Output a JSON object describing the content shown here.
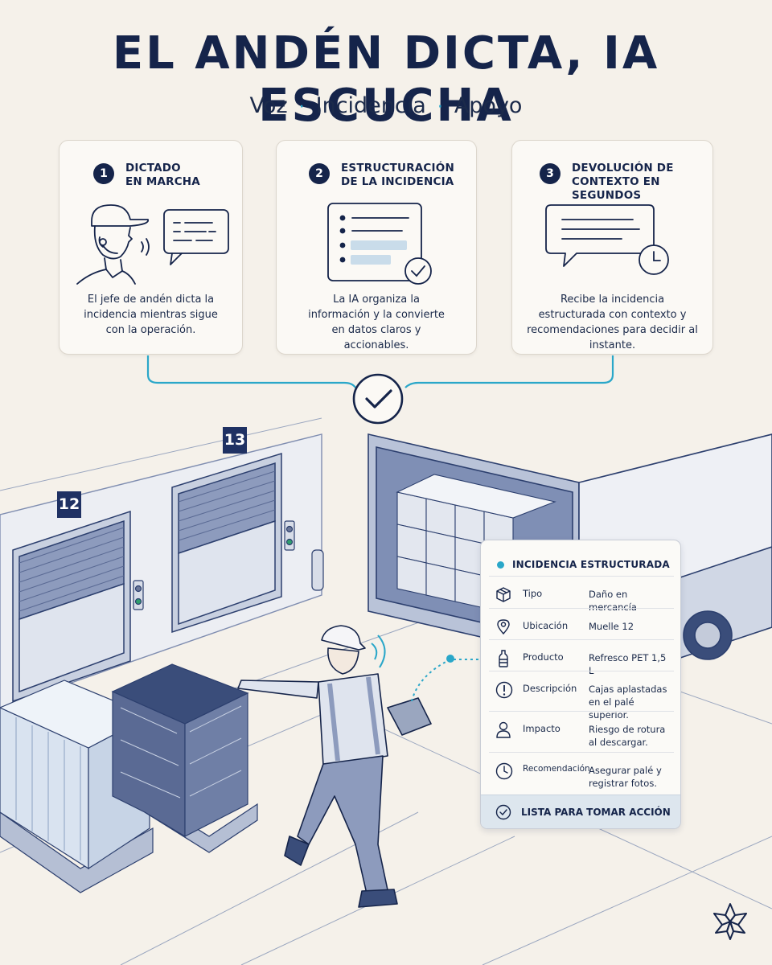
{
  "header": {
    "title": "EL ANDÉN DICTA, IA ESCUCHA",
    "subtitle": [
      "Voz",
      "Incidencia",
      "Apoyo"
    ],
    "separator": "·"
  },
  "colors": {
    "navy": "#15244a",
    "accent": "#2aa7c9",
    "background": "#f5f1ea"
  },
  "steps": [
    {
      "number": "1",
      "title": "DICTADO EN MARCHA",
      "title_lines": [
        "DICTADO",
        "EN MARCHA"
      ],
      "description": "El jefe de andén dicta la incidencia mientras sigue con la operación.",
      "icon": "worker-headset-speech-icon"
    },
    {
      "number": "2",
      "title": "ESTRUCTURACIÓN DE LA INCIDENCIA",
      "title_lines": [
        "ESTRUCTURACIÓN",
        "DE LA INCIDENCIA"
      ],
      "description": "La IA organiza la información y la convierte en datos claros y accionables.",
      "icon": "structured-list-check-icon"
    },
    {
      "number": "3",
      "title": "DEVOLUCIÓN DE CONTEXTO EN SEGUNDOS",
      "title_lines": [
        "DEVOLUCIÓN DE",
        "CONTEXTO EN SEGUNDOS"
      ],
      "description": "Recibe la incidencia estructurada con contexto y recomendaciones para decidir al instante.",
      "icon": "message-clock-icon"
    }
  ],
  "scene": {
    "dock_numbers": [
      "12",
      "13"
    ]
  },
  "incident_panel": {
    "title": "INCIDENCIA ESTRUCTURADA",
    "rows": [
      {
        "label": "Tipo",
        "value": "Daño en mercancía",
        "icon": "box-icon"
      },
      {
        "label": "Ubicación",
        "value": "Muelle 12",
        "icon": "location-pin-icon"
      },
      {
        "label": "Producto",
        "value": "Refresco PET 1,5 L",
        "icon": "bottle-icon"
      },
      {
        "label": "Descripción",
        "value": "Cajas aplastadas en el palé superior.",
        "icon": "alert-icon"
      },
      {
        "label": "Impacto",
        "value": "Riesgo de rotura al descargar.",
        "icon": "person-icon"
      },
      {
        "label": "Recomendación",
        "value": "Asegurar palé y registrar fotos.",
        "icon": "clock-icon"
      }
    ],
    "footer": "LISTA PARA TOMAR ACCIÓN",
    "footer_icon": "check-circle-icon"
  },
  "logo_icon": "flower-logo-icon"
}
